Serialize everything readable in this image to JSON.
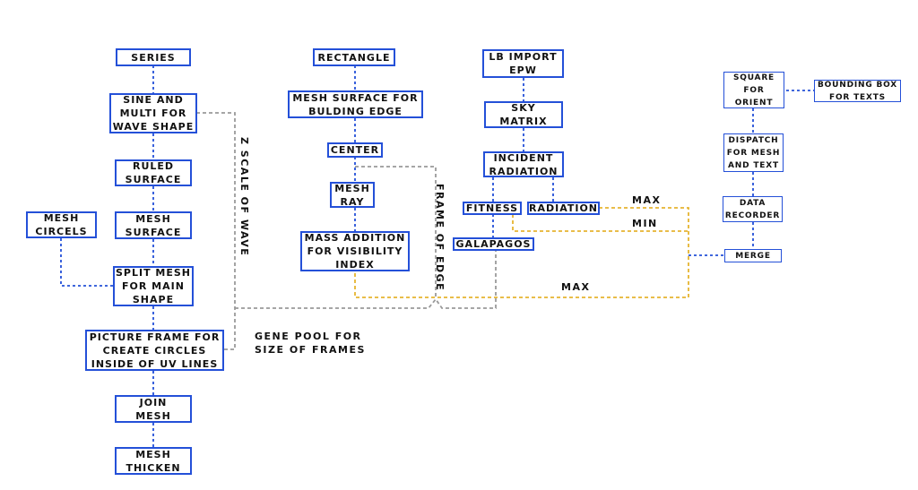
{
  "nodes": {
    "series": "SERIES",
    "sine": "SINE AND\nMULTI  FOR\nWAVE SHAPE",
    "ruled": "RULED\nSURFACE",
    "mesh_surface": "MESH\nSURFACE",
    "mesh_circles": "MESH\nCIRCELS",
    "split_mesh": "SPLIT MESH\nFOR MAIN\nSHAPE",
    "picture_frame": "PICTURE FRAME FOR\nCREATE CIRCLES\nINSIDE OF UV LINES",
    "join_mesh": "JOIN\nMESH",
    "mesh_thicken": "MESH\nTHICKEN",
    "rectangle": "RECTANGLE",
    "mesh_surface_edge": "MESH SURFACE FOR\nBULDING EDGE",
    "center": "CENTER",
    "mesh_ray": "MESH\nRAY",
    "mass_addition": "MASS ADDITION\nFOR VISIBILITY\nINDEX",
    "lb_import": "LB IMPORT\nEPW",
    "sky_matrix": "SKY\nMATRIX",
    "incident": "INCIDENT\nRADIATION",
    "fitness": "FITNESS",
    "radiation": "RADIATION",
    "galapagos": "GALAPAGOS",
    "square": "SQUARE\nFOR\nORIENT",
    "bounding": "BOUNDING BOX\nFOR TEXTS",
    "dispatch": "DISPATCH\nFOR MESH\nAND TEXT",
    "data_recorder": "DATA\nRECORDER",
    "merge": "MERGE"
  },
  "labels": {
    "z_scale": "Z SCALE OF WAVE",
    "frame_of_edge": "FRAME OF EDGE",
    "gene_pool": "GENE POOL FOR\nSIZE OF FRAMES",
    "max_top": "MAX",
    "min": "MIN",
    "max_bottom": "MAX"
  },
  "colors": {
    "node_border": "#2450d8",
    "blue_link": "#2450d8",
    "gray_link": "#9a9a9a",
    "yellow_link": "#e6b430"
  }
}
